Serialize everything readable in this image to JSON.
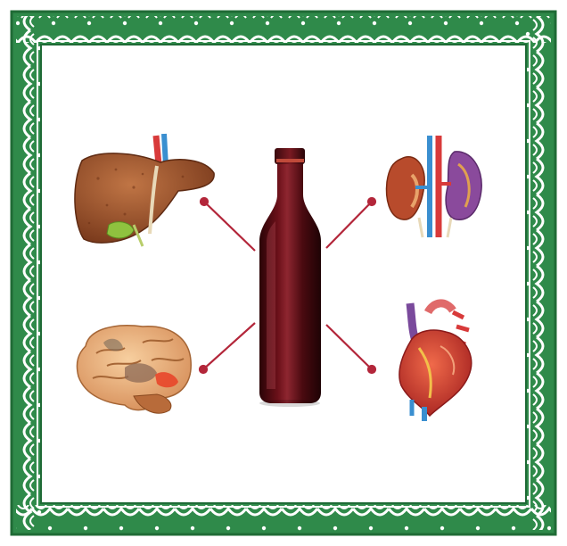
{
  "figure": {
    "subject": "wine-bottle",
    "organs": [
      "liver",
      "kidneys",
      "brain",
      "heart"
    ]
  },
  "colors": {
    "frame_green": "#2f8a4a",
    "frame_dark": "#1f6b36",
    "frame_light": "#ffffff",
    "connector": "#b3263a",
    "bottle_wine": "#5a0d14",
    "liver": "#9c5530",
    "kidney": "#b84b2c",
    "kidney_inner": "#8a4a9c",
    "heart": "#c9322a",
    "brain": "#e3a873",
    "vein_blue": "#3a8fd0",
    "artery_red": "#d83a3a"
  },
  "icons": {
    "frame": "ornamental-green-frame",
    "bottle": "wine-bottle-icon",
    "liver": "liver-icon",
    "kidneys": "kidneys-icon",
    "brain": "brain-icon",
    "heart": "heart-icon"
  }
}
